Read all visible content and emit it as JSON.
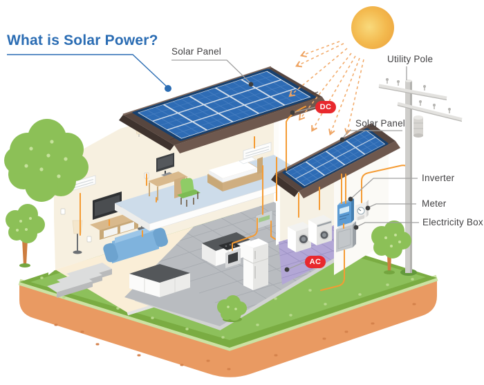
{
  "diagram": {
    "title": "What is Solar Power?",
    "labels": {
      "solar_panel_top": "Solar Panel",
      "solar_panel_right": "Solar Panel",
      "utility_pole": "Utility Pole",
      "inverter": "Inverter",
      "meter": "Meter",
      "electricity_box": "Electricity Box"
    },
    "badges": {
      "dc": "DC",
      "ac": "AC"
    },
    "colors": {
      "title_blue": "#2a6cb3",
      "label_gray": "#414042",
      "badge_red": "#e8282d",
      "wire_orange": "#f59b33",
      "panel_blue": "#2e6cb5",
      "roof_brown": "#57463f",
      "grass_green": "#8dc05b",
      "soil_orange": "#e99a62",
      "sun_yellow": "#f3b94e"
    }
  }
}
